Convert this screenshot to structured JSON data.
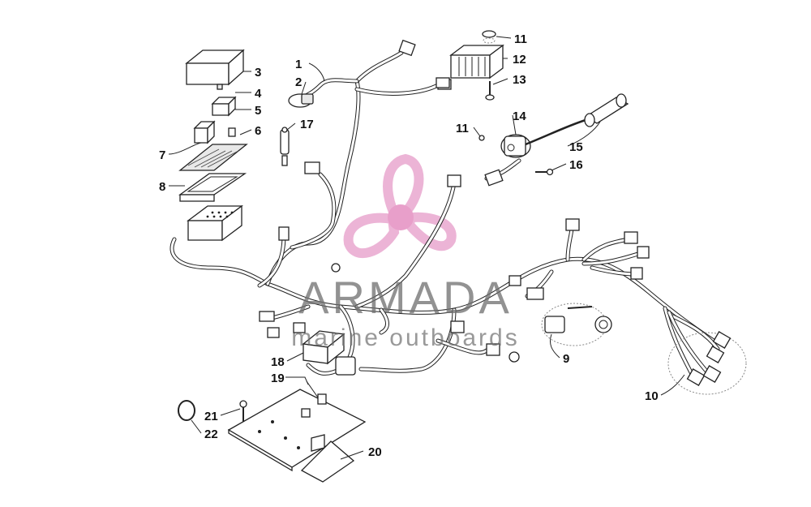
{
  "diagram": {
    "callouts": [
      "1",
      "2",
      "3",
      "4",
      "5",
      "6",
      "7",
      "8",
      "9",
      "10",
      "11",
      "11",
      "12",
      "13",
      "14",
      "15",
      "16",
      "17",
      "18",
      "19",
      "20",
      "21",
      "22"
    ]
  },
  "watermark": {
    "brand": "ARMADA",
    "tagline": "marine outboards",
    "logo_color": "#e9a8cf",
    "logo_center_color": "#e58fc1"
  }
}
